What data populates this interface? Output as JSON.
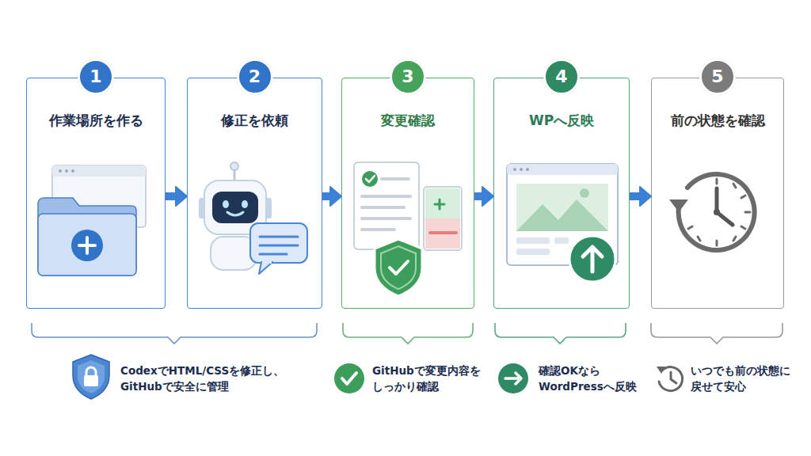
{
  "diagram": {
    "nodes": [
      {
        "text": [
          "1",
          "作業場所を作る"
        ]
      },
      {
        "text": [
          "2",
          "修正を依頼"
        ]
      },
      {
        "text": [
          "3",
          "変更確認"
        ]
      },
      {
        "text": [
          "4",
          "WPへ反映"
        ]
      },
      {
        "text": [
          "5",
          "前の状態を確認"
        ]
      }
    ],
    "edges": [
      {
        "from": 0,
        "to": 1,
        "arrow": "to"
      },
      {
        "from": 1,
        "to": 2,
        "arrow": "to"
      },
      {
        "from": 2,
        "to": 3,
        "arrow": "to"
      },
      {
        "from": 3,
        "to": 4,
        "arrow": "to"
      }
    ],
    "labels": [
      "CodexでHTML/CSSを修正し、 GitHubで安全に管理",
      "GitHubで変更内容を しっかり確認",
      "確認OKなら WordPressへ反映",
      "いつでも前の状態に 戻せて安心"
    ]
  }
}
